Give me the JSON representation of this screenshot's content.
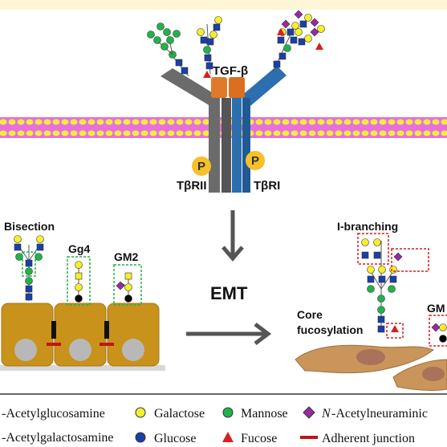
{
  "labels": {
    "tgf": "TGF-β",
    "tbrii": "TβRII",
    "tbri": "TβRI",
    "p1": "P",
    "p2": "P",
    "emt": "EMT",
    "bisection": "Bisection",
    "gg4": "Gg4",
    "gm2": "GM2",
    "ibranching": "I-branching",
    "core1": "Core",
    "core2": "fucosylation",
    "gm_partial": "GM"
  },
  "legend": {
    "glcnac": "-Acetylglucosamine",
    "galnac": "-Acetylgalactosamine",
    "galactose": "Galactose",
    "glucose": "Glucose",
    "mannose": "Mannose",
    "fucose": "Fucose",
    "neu_n": "N",
    "neu_rest": "-Acetylneuraminic",
    "adherent": "Adherent junction"
  },
  "colors": {
    "banner": "#fdf6d8",
    "membrane": "#e86fe0",
    "bead": "#f2ee3a",
    "receptor_gray": "#6b6b6b",
    "receptor_blue": "#2d6fae",
    "ligand": "#e07a2a",
    "phospho": "#f5c02a",
    "cell": "#c8921b",
    "glcnac": "#1a3fa8",
    "galactose": "#f5ee2a",
    "mannose": "#21b34a",
    "neuac": "#9b27a6",
    "fucose": "#d81f1f",
    "junction": "#c01515"
  }
}
